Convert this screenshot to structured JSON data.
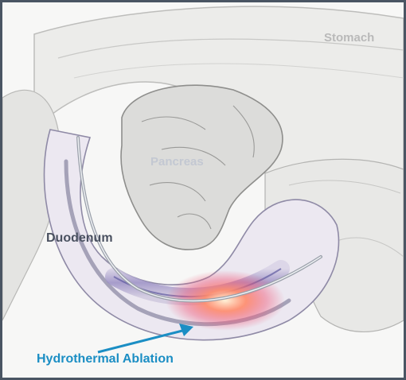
{
  "labels": {
    "stomach": "Stomach",
    "pancreas": "Pancreas",
    "duodenum": "Duodenum",
    "ablation": "Hydrothermal Ablation"
  },
  "colors": {
    "stomach": "#b9b9b9",
    "pancreas": "#c3c8d2",
    "duodenum": "#4a5160",
    "ablation": "#1b8ec4",
    "frame": "#4a5563"
  }
}
